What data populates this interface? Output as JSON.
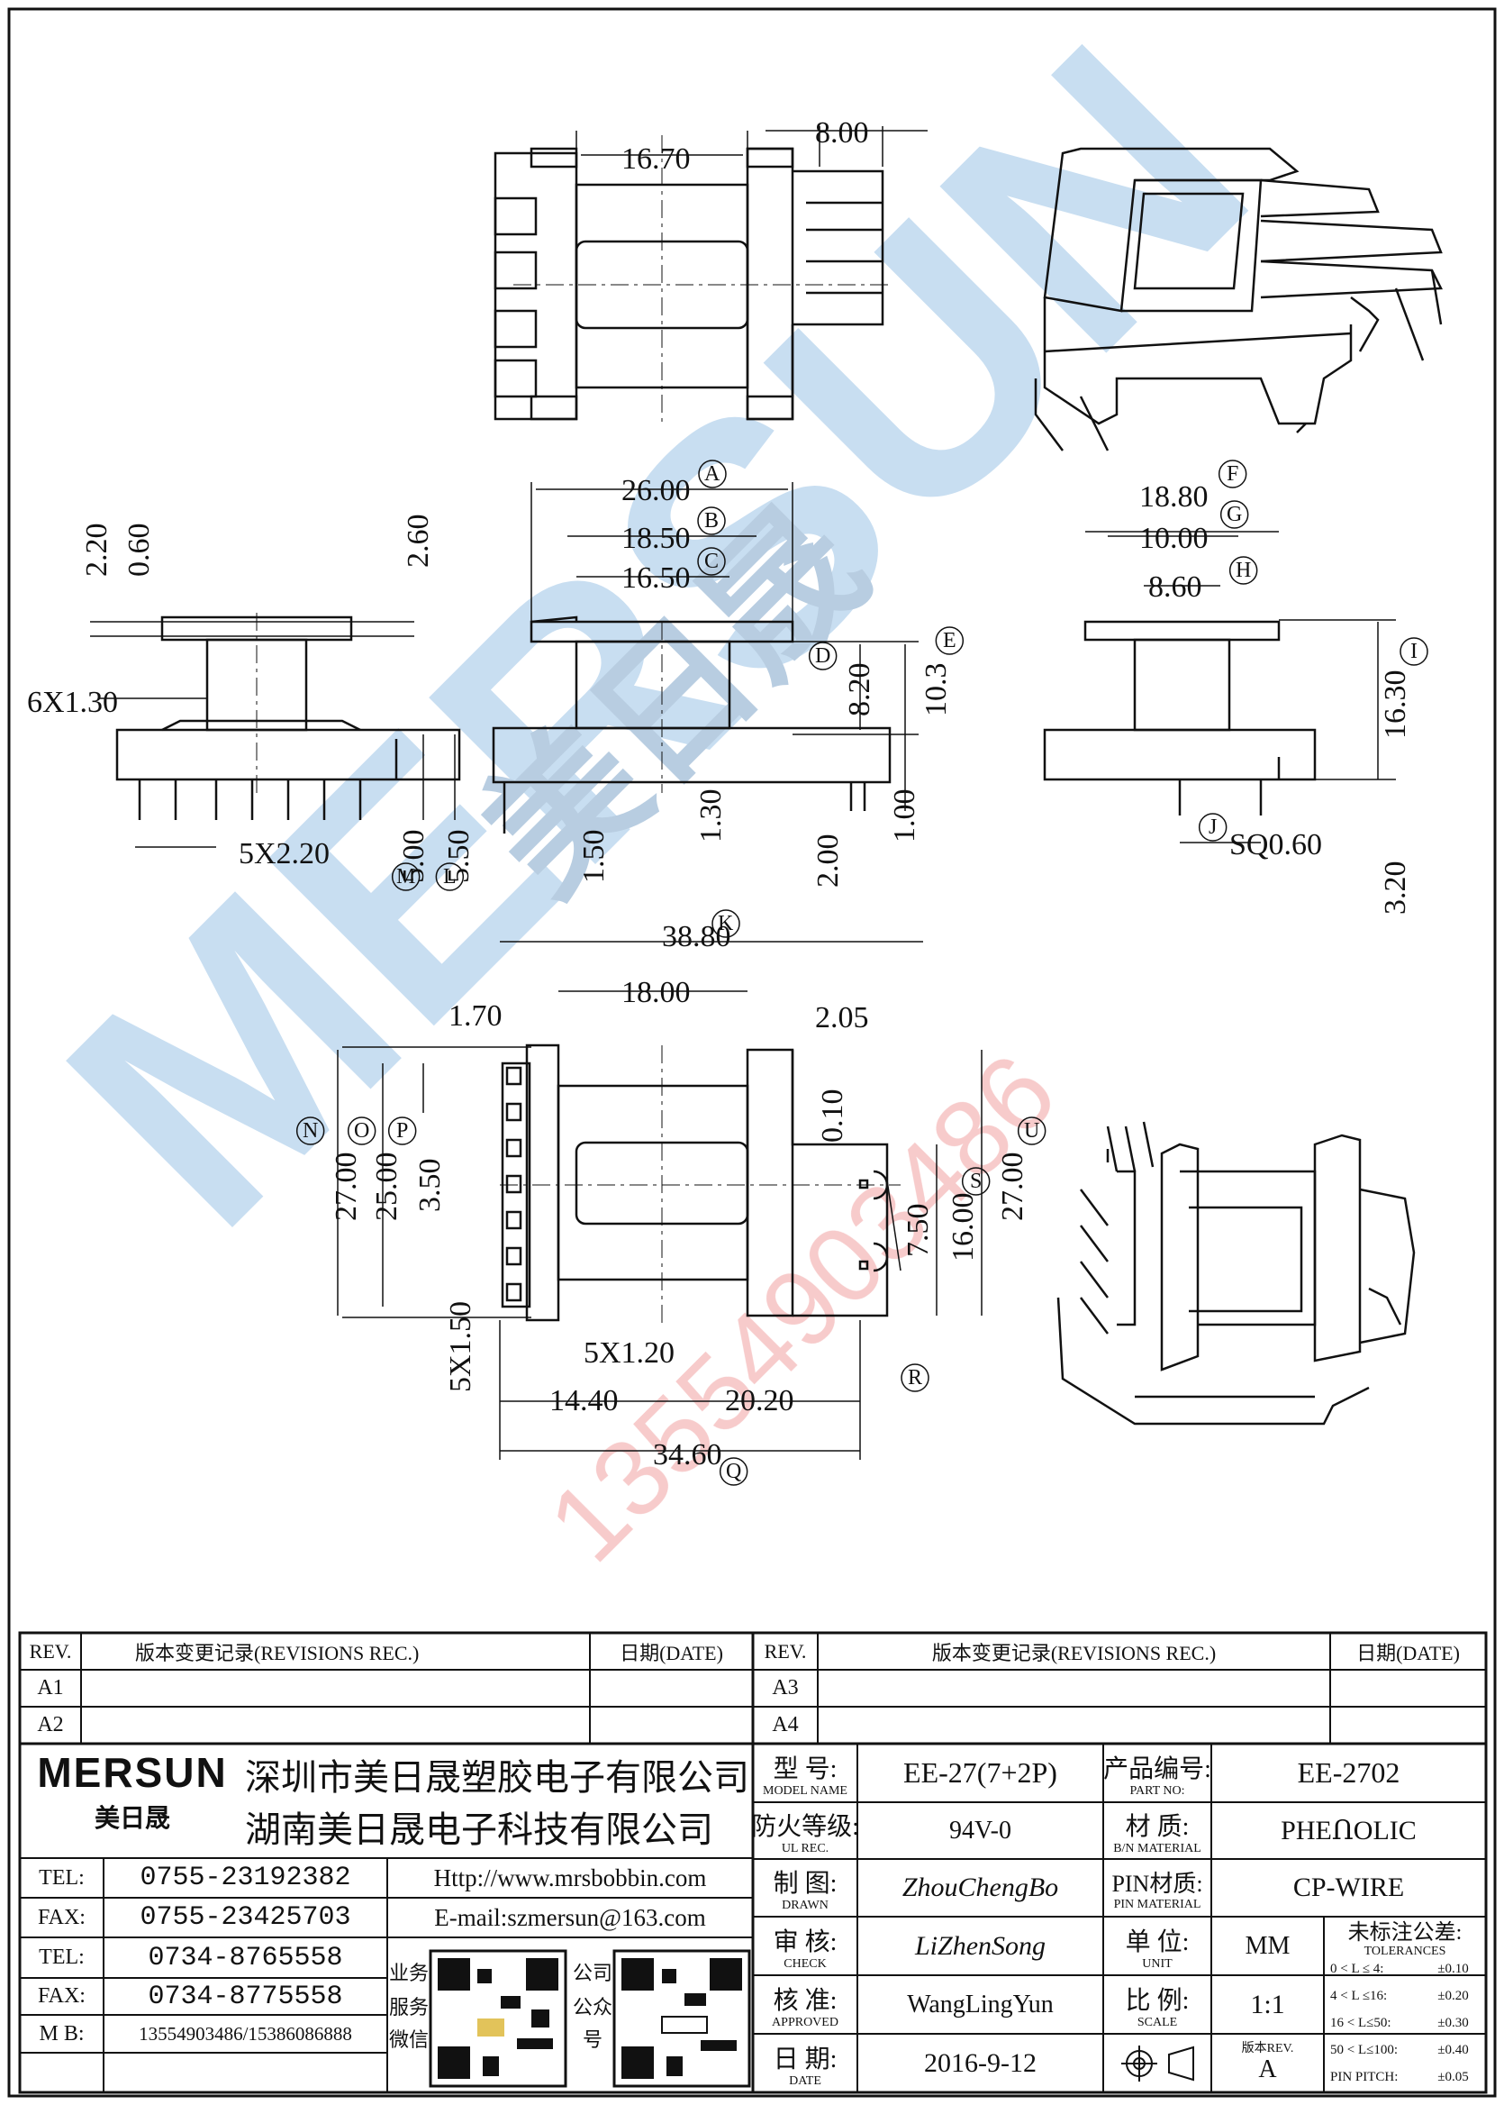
{
  "views": {
    "top": {
      "dims": [
        "16.70",
        "8.00"
      ]
    },
    "front_left": {
      "dims": [
        "2.20",
        "0.60",
        "2.60",
        "6X1.30",
        "5X2.20",
        "5.00",
        "5.50"
      ],
      "markers": [
        "M",
        "L"
      ]
    },
    "front_mid": {
      "dims": [
        "26.00",
        "18.50",
        "16.50",
        "8.20",
        "10.3",
        "1.50",
        "1.30",
        "2.00",
        "1.00"
      ],
      "markers": [
        "A",
        "B",
        "C",
        "D",
        "E"
      ]
    },
    "side": {
      "dims": [
        "18.80",
        "10.00",
        "8.60",
        "16.30",
        "SQ0.60",
        "3.20"
      ],
      "markers": [
        "F",
        "G",
        "H",
        "I",
        "J"
      ]
    },
    "bottom": {
      "dims": [
        "38.80",
        "18.00",
        "1.70",
        "2.05",
        "0.10",
        "27.00",
        "25.00",
        "3.50",
        "7.50",
        "16.00",
        "27.00",
        "5X1.50",
        "5X1.20",
        "14.40",
        "20.20",
        "34.60"
      ],
      "markers": [
        "K",
        "N",
        "O",
        "P",
        "S",
        "U",
        "R",
        "Q"
      ]
    }
  },
  "watermark": {
    "brand": "MERSUN",
    "cn": "美日晟",
    "phone": "13554903486"
  },
  "revisions_left": {
    "col_rev": "REV.",
    "col_rec": "版本变更记录(REVISIONS REC.)",
    "col_date": "日期(DATE)",
    "rows": [
      "A1",
      "A2"
    ]
  },
  "revisions_right": {
    "col_rev": "REV.",
    "col_rec": "版本变更记录(REVISIONS REC.)",
    "col_date": "日期(DATE)",
    "rows": [
      "A3",
      "A4"
    ]
  },
  "company": {
    "logo": "MERSUN",
    "logo_cn": "美日晟",
    "name1": "深圳市美日晟塑胶电子有限公司",
    "name2": "湖南美日晟电子科技有限公司",
    "contacts": [
      {
        "label": "TEL:",
        "value": "0755-23192382"
      },
      {
        "label": "FAX:",
        "value": "0755-23425703"
      },
      {
        "label": "TEL:",
        "value": "0734-8765558"
      },
      {
        "label": "FAX:",
        "value": "0734-8775558"
      },
      {
        "label": "M B:",
        "value": "13554903486/15386086888"
      }
    ],
    "http": "Http://www.mrsbobbin.com",
    "email": "E-mail:szmersun@163.com",
    "qr1_label": [
      "业务",
      "服务",
      "微信"
    ],
    "qr2_label": [
      "公司",
      "公众",
      "号"
    ]
  },
  "fields": {
    "model_label": "型 号:",
    "model_sub": "MODEL NAME",
    "model_value": "EE-27(7+2P)",
    "partno_label": "产品编号:",
    "partno_sub": "PART NO:",
    "partno_value": "EE-2702",
    "ul_label": "防火等级:",
    "ul_sub": "UL REC.",
    "ul_value": "94V-0",
    "material_label": "材 质:",
    "material_sub": "B/N MATERIAL",
    "material_value": "PHEՈOLIC",
    "drawn_label": "制 图:",
    "drawn_sub": "DRAWN",
    "drawn_value": "ZhouChengBo",
    "pinmat_label": "PIN材质:",
    "pinmat_sub": "PIN MATERIAL",
    "pinmat_value": "CP-WIRE",
    "check_label": "审 核:",
    "check_sub": "CHECK",
    "check_value": "LiZhenSong",
    "unit_label": "单 位:",
    "unit_sub": "UNIT",
    "unit_value": "MM",
    "approved_label": "核 准:",
    "approved_sub": "APPROVED",
    "approved_value": "WangLingYun",
    "scale_label": "比 例:",
    "scale_sub": "SCALE",
    "scale_value": "1:1",
    "date_label": "日 期:",
    "date_sub": "DATE",
    "date_value": "2016-9-12",
    "rev_label": "版本REV.",
    "rev_value": "A",
    "tol_label": "未标注公差:",
    "tol_sub": "TOLERANCES",
    "tolerances": [
      {
        "range": "0 < L ≤ 4:",
        "value": "±0.10"
      },
      {
        "range": "4 < L ≤16:",
        "value": "±0.20"
      },
      {
        "range": "16 < L≤50:",
        "value": "±0.30"
      },
      {
        "range": "50 < L≤100:",
        "value": "±0.40"
      },
      {
        "range": "PIN PITCH:",
        "value": "±0.05"
      }
    ]
  }
}
